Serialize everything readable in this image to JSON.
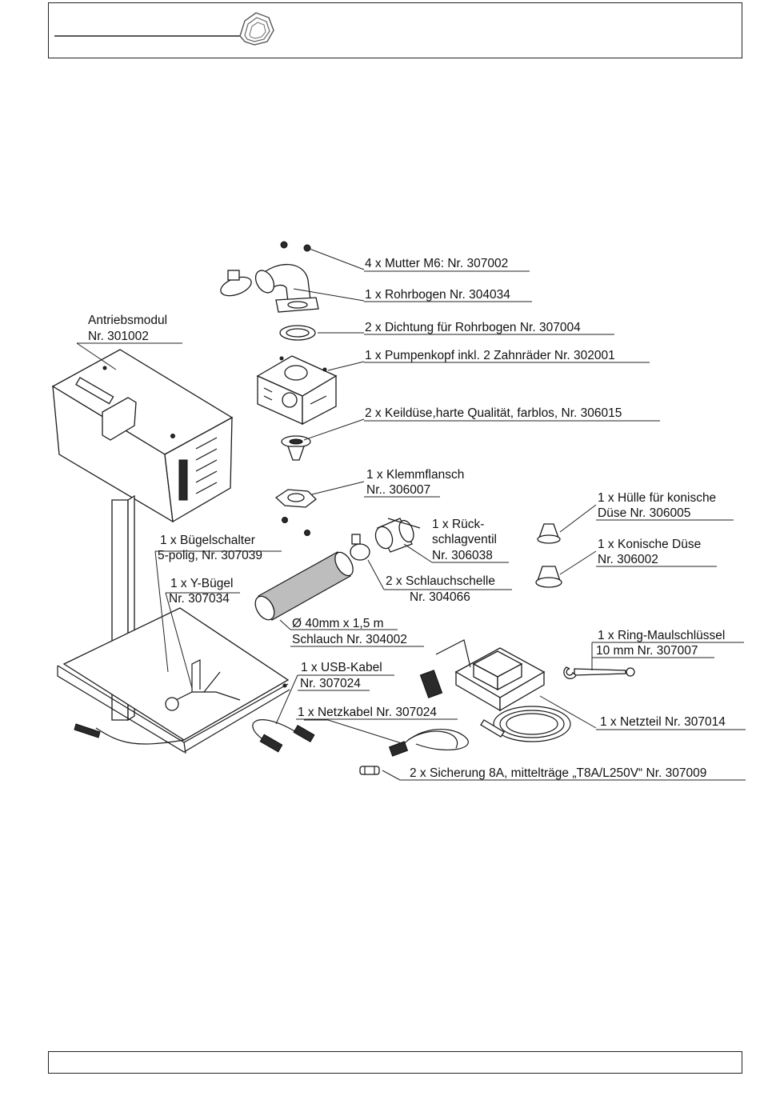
{
  "labels": {
    "mutter": "4 x Mutter M6: Nr. 307002",
    "rohrbogen": "1 x Rohrbogen Nr. 304034",
    "dichtung": "2 x Dichtung für Rohrbogen Nr. 307004",
    "pumpenkopf": "1 x Pumpenkopf inkl. 2 Zahnräder Nr. 302001",
    "keilduese": "2 x Keildüse,harte Qualität, farblos, Nr. 306015",
    "antrieb_1": "Antriebsmodul",
    "antrieb_2": "Nr. 301002",
    "klemm_1": "1 x Klemmflansch",
    "klemm_2": "Nr.. 306007",
    "huelle_1": "1 x Hülle für konische",
    "huelle_2": "Düse Nr. 306005",
    "rueck_1": "1 x Rück-",
    "rueck_2": "schlagventil",
    "rueck_3": "Nr. 306038",
    "konisch_1": "1 x Konische Düse",
    "konisch_2": "Nr. 306002",
    "buegel_1": "1 x Bügelschalter",
    "buegel_2": "5-polig, Nr. 307039",
    "schelle_1": "2 x Schlauchschelle",
    "schelle_2": "Nr. 304066",
    "ybuegel_1": "1 x Y-Bügel",
    "ybuegel_2": "Nr. 307034",
    "schlauch_1": "Ø 40mm x 1,5 m",
    "schlauch_2": "Schlauch Nr. 304002",
    "ring_1": "1 x Ring-Maulschlüssel",
    "ring_2": "10 mm Nr. 307007",
    "usb_1": "1 x USB-Kabel",
    "usb_2": "Nr. 307024",
    "netzkabel": "1 x Netzkabel Nr. 307024",
    "netzteil": "1 x Netzteil Nr. 307014",
    "sicherung": "2 x Sicherung 8A, mittelträge „T8A/L250V“ Nr. 307009"
  }
}
